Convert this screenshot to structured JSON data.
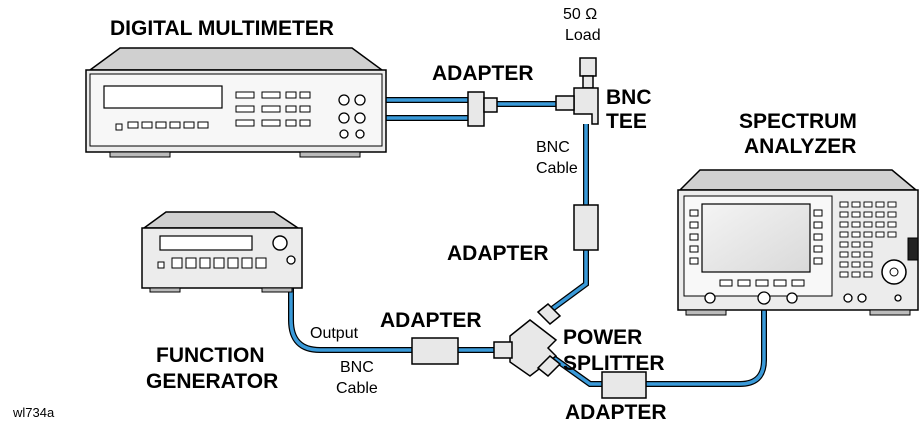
{
  "labels": {
    "digital_multimeter": "DIGITAL MULTIMETER",
    "load_value": "50 Ω",
    "load_word": "Load",
    "adapter_top": "ADAPTER",
    "bnc_tee_1": "BNC",
    "bnc_tee_2": "TEE",
    "bnc_cable_top_1": "BNC",
    "bnc_cable_top_2": "Cable",
    "spectrum_analyzer_1": "SPECTRUM",
    "spectrum_analyzer_2": "ANALYZER",
    "adapter_middle": "ADAPTER",
    "output": "Output",
    "adapter_splitter": "ADAPTER",
    "power_splitter_1": "POWER",
    "power_splitter_2": "SPLITTER",
    "function_generator_1": "FUNCTION",
    "function_generator_2": "GENERATOR",
    "bnc_cable_bottom_1": "BNC",
    "bnc_cable_bottom_2": "Cable",
    "adapter_bottom": "ADAPTER",
    "figure_id": "wl734a"
  },
  "colors": {
    "cable": "#3a9ad9",
    "cable_outline": "#000000",
    "instrument_fill": "#e8e8e8",
    "instrument_dark": "#bdbdbd",
    "line": "#000000"
  }
}
